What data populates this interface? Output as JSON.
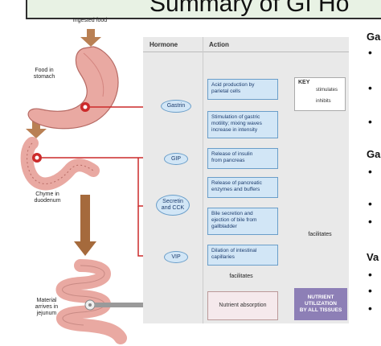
{
  "title": "Summary of GI Ho",
  "labels": {
    "ingested_food": "Ingested food",
    "food_in_stomach": "Food in\nstomach",
    "chyme_in_duodenum": "Chyme in\nduodenum",
    "material_in_jejunum": "Material\narrives in\njejunum"
  },
  "table": {
    "hormone_header": "Hormone",
    "action_header": "Action"
  },
  "hormones": [
    "Gastrin",
    "GIP",
    "Secretin\nand CCK",
    "VIP"
  ],
  "actions": [
    "Acid production by\nparietal cells",
    "Stimulation of gastric\nmotility; mixing waves\nincrease in intensity",
    "Release of insulin\nfrom pancreas",
    "Release of pancreatic\nenzymes and buffers",
    "Bile secretion and\nejection of bile from\ngallbladder",
    "Dilation of intestinal\ncapillaries"
  ],
  "key": {
    "title": "KEY",
    "stimulates": "stimulates",
    "inhibits": "inhibits"
  },
  "facilitates": [
    "facilitates",
    "facilitates"
  ],
  "nutrient_absorption": "Nutrient absorption",
  "nutrient_utilization": "NUTRIENT\nUTILIZATION\nBY ALL TISSUES",
  "side_headers": [
    "Ga",
    "Ga",
    "Va"
  ],
  "colors": {
    "stimulate": "#cc2a2a",
    "inhibit": "#5a8fc8",
    "box_fill": "#d2e6f6",
    "util_fill": "#8d7fb6"
  }
}
